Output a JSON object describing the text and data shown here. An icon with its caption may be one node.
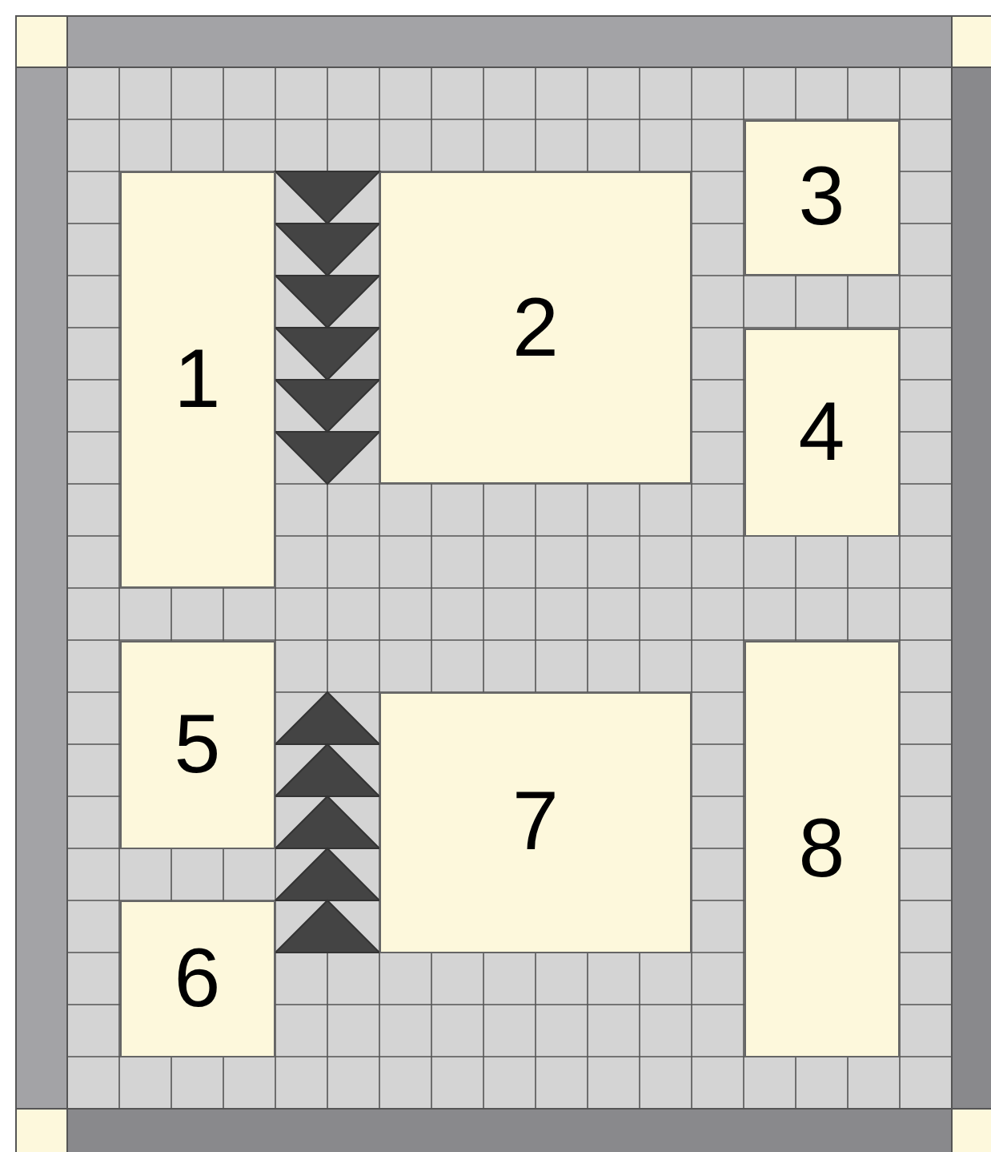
{
  "diagram": {
    "nodes": [
      {
        "text": [
          "1"
        ]
      },
      {
        "text": [
          "2"
        ]
      },
      {
        "text": [
          "3"
        ]
      },
      {
        "text": [
          "4"
        ]
      },
      {
        "text": [
          "5"
        ]
      },
      {
        "text": [
          "6"
        ]
      },
      {
        "text": [
          "7"
        ]
      },
      {
        "text": [
          "8"
        ]
      }
    ]
  }
}
